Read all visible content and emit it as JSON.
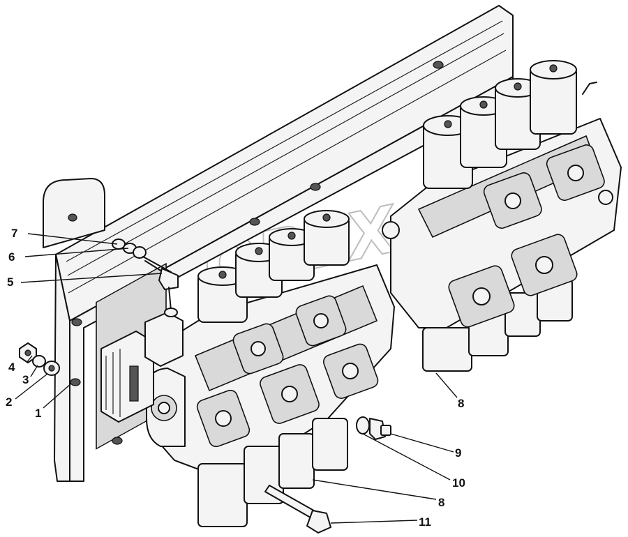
{
  "diagram": {
    "watermark": "OPEX",
    "callouts": [
      {
        "id": "c1",
        "text": "1"
      },
      {
        "id": "c2",
        "text": "2"
      },
      {
        "id": "c3",
        "text": "3"
      },
      {
        "id": "c4",
        "text": "4"
      },
      {
        "id": "c5",
        "text": "5"
      },
      {
        "id": "c6",
        "text": "6"
      },
      {
        "id": "c7",
        "text": "7"
      },
      {
        "id": "c8a",
        "text": "8"
      },
      {
        "id": "c8b",
        "text": "8"
      },
      {
        "id": "c9",
        "text": "9"
      },
      {
        "id": "c10",
        "text": "10"
      },
      {
        "id": "c11",
        "text": "11"
      }
    ]
  }
}
